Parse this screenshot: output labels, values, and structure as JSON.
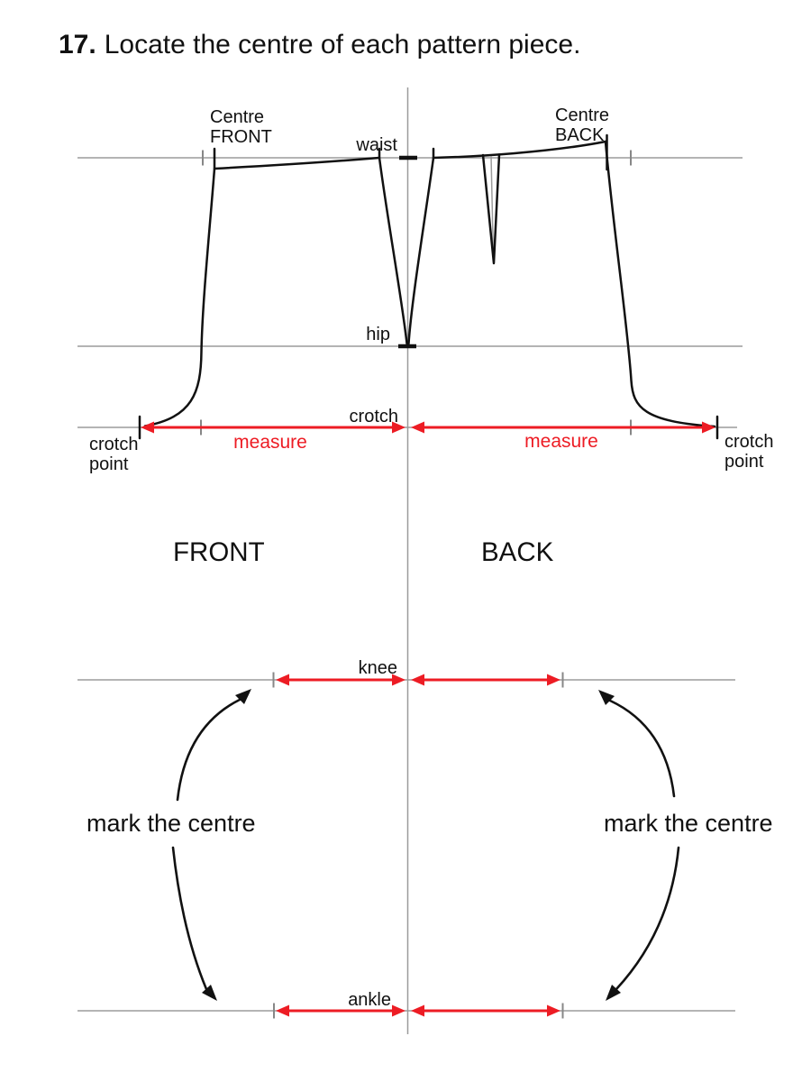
{
  "title": {
    "number": "17.",
    "text": "Locate the centre of each pattern piece."
  },
  "colors": {
    "red": "#ed1c24",
    "line-gray": "#9b9b9b",
    "tick-gray": "#878787",
    "ink": "#111111",
    "background": "#ffffff"
  },
  "labels": {
    "centre_front": {
      "line1": "Centre",
      "line2": "FRONT"
    },
    "centre_back": {
      "line1": "Centre",
      "line2": "BACK"
    },
    "waist": "waist",
    "hip": "hip",
    "crotch": "crotch",
    "crotch_point_left": {
      "line1": "crotch",
      "line2": "point"
    },
    "crotch_point_right": {
      "line1": "crotch",
      "line2": "point"
    },
    "measure_left": "measure",
    "measure_right": "measure",
    "front_piece": "FRONT",
    "back_piece": "BACK",
    "knee": "knee",
    "ankle": "ankle",
    "mark_centre_left": "mark the centre",
    "mark_centre_right": "mark the centre"
  }
}
